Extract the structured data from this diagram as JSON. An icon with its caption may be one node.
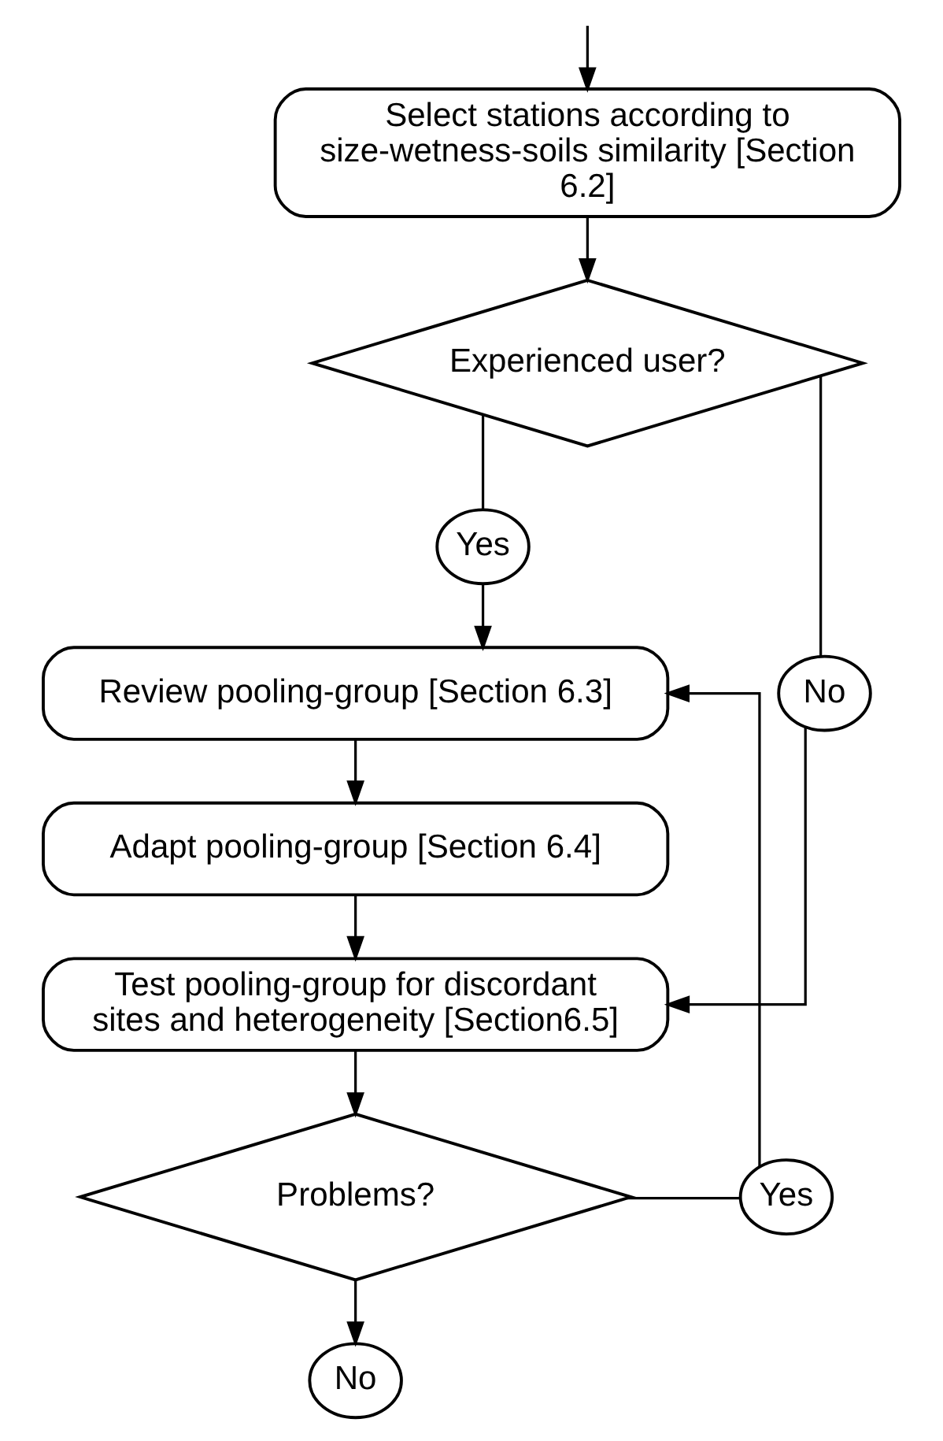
{
  "diagram": {
    "nodes": [
      {
        "text": [
          "Select stations according to size-wetness-soils similarity [Section 6.2]"
        ]
      },
      {
        "text": [
          "Experienced user?"
        ]
      },
      {
        "text": [
          "Yes"
        ]
      },
      {
        "text": [
          "Review pooling-group [Section 6.3]"
        ]
      },
      {
        "text": [
          "Adapt pooling-group [Section 6.4]"
        ]
      },
      {
        "text": [
          "Test pooling-group for discordant sites and heterogeneity [Section6.5]"
        ]
      },
      {
        "text": [
          "Problems?"
        ]
      },
      {
        "text": [
          "No"
        ]
      },
      {
        "text": [
          "Yes"
        ]
      },
      {
        "text": [
          "No"
        ]
      }
    ],
    "edges": [
      {
        "from": null,
        "to": 0,
        "arrow": "to"
      },
      {
        "from": 0,
        "to": 1,
        "arrow": "to"
      },
      {
        "from": 1,
        "to": 2,
        "arrow": "none"
      },
      {
        "from": 2,
        "to": 3,
        "arrow": "to"
      },
      {
        "from": 1,
        "to": 9,
        "arrow": "none"
      },
      {
        "from": 9,
        "to": 5,
        "arrow": "to"
      },
      {
        "from": 3,
        "to": 4,
        "arrow": "to"
      },
      {
        "from": 4,
        "to": 5,
        "arrow": "to"
      },
      {
        "from": 5,
        "to": 6,
        "arrow": "to"
      },
      {
        "from": 6,
        "to": 7,
        "arrow": "to"
      },
      {
        "from": 6,
        "to": 8,
        "arrow": "none"
      },
      {
        "from": 8,
        "to": 3,
        "arrow": "to"
      }
    ]
  }
}
